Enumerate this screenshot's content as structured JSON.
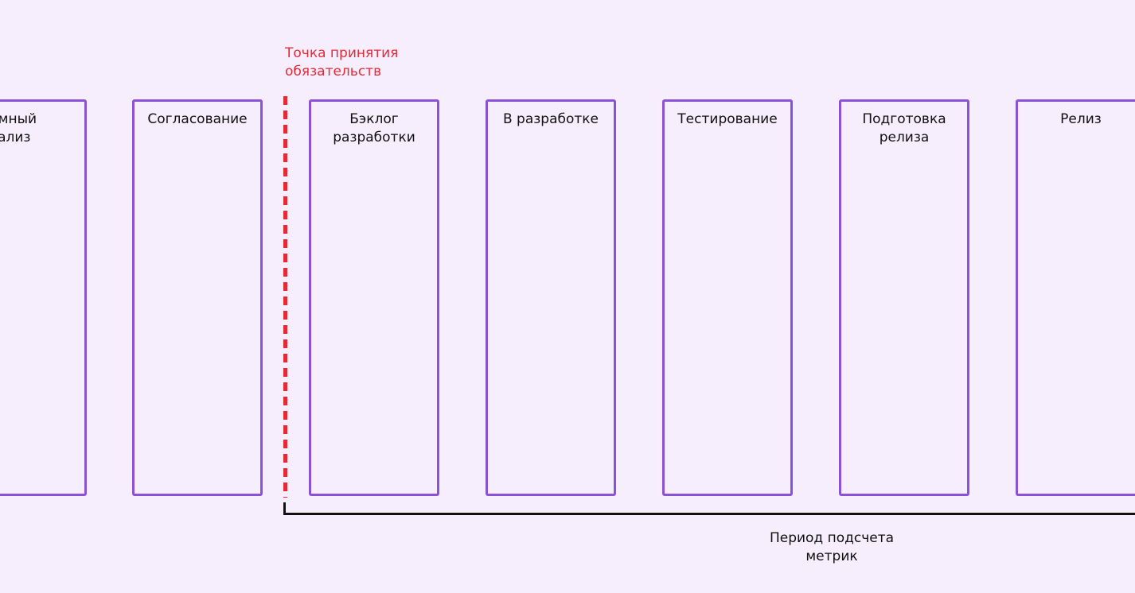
{
  "columns": [
    {
      "label": "стемный\nанализ"
    },
    {
      "label": "Согласование"
    },
    {
      "label": "Бэклог\nразработки"
    },
    {
      "label": "В разработке"
    },
    {
      "label": "Тестирование"
    },
    {
      "label": "Подготовка\nрелиза"
    },
    {
      "label": "Релиз"
    }
  ],
  "commitment_point": {
    "label": "Точка принятия\nобязательств"
  },
  "metrics_period": {
    "label": "Период подсчета\nметрик"
  },
  "colors": {
    "background": "#f6edfd",
    "column_border": "#8a52d6",
    "commitment": "#e52a36",
    "bracket": "#111111"
  }
}
